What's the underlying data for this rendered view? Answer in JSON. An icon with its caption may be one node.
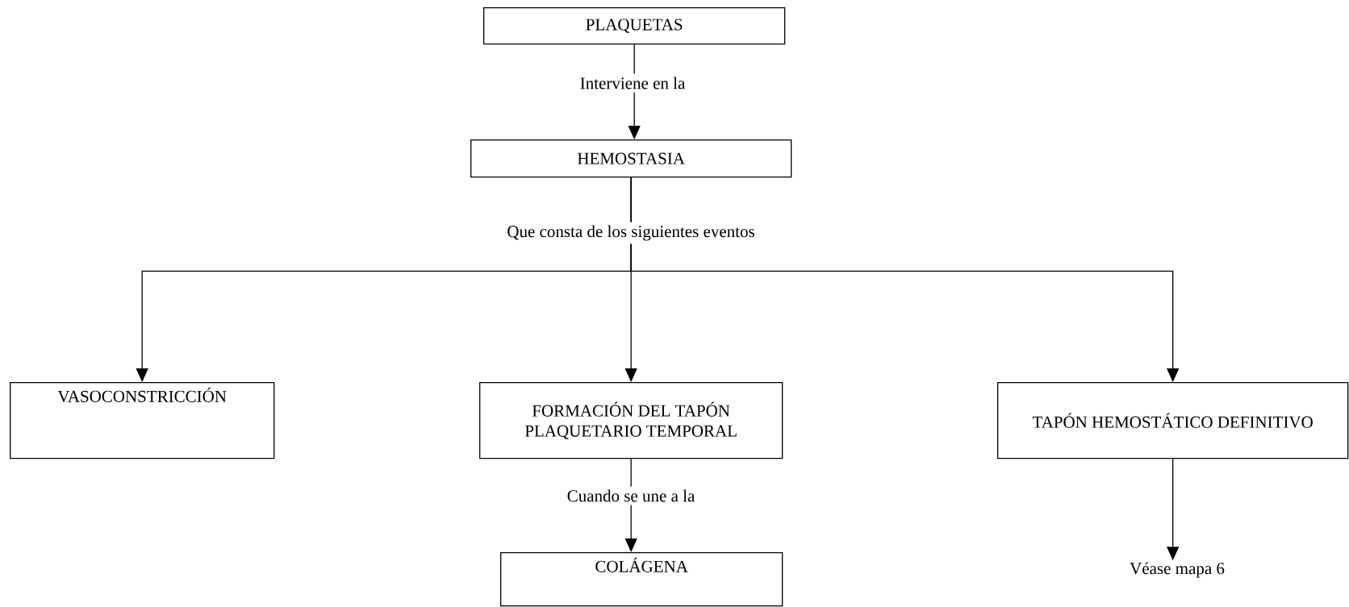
{
  "diagram": {
    "nodes": [
      {
        "text": [
          "PLAQUETAS"
        ]
      },
      {
        "text": [
          "HEMOSTASIA"
        ]
      },
      {
        "text": [
          "VASOCONSTRICCIÓN"
        ]
      },
      {
        "text": [
          "FORMACIÓN DEL TAPÓN PLAQUETARIO TEMPORAL"
        ]
      },
      {
        "text": [
          "TAPÓN HEMOSTÁTICO DEFINITIVO"
        ]
      },
      {
        "text": [
          "COLÁGENA"
        ]
      },
      {
        "text": [
          "Véase mapa 6"
        ]
      }
    ],
    "edges": [
      {
        "from": 0,
        "to": 1,
        "arrow": "to",
        "label": "Interviene en la"
      },
      {
        "from": 1,
        "to": 2,
        "arrow": "to"
      },
      {
        "from": 1,
        "to": 3,
        "arrow": "to",
        "label": "Que consta de los siguientes eventos"
      },
      {
        "from": 1,
        "to": 4,
        "arrow": "to"
      },
      {
        "from": 3,
        "to": 5,
        "arrow": "to",
        "label": "Cuando se une a la"
      },
      {
        "from": 4,
        "to": 6,
        "arrow": "to"
      }
    ]
  }
}
